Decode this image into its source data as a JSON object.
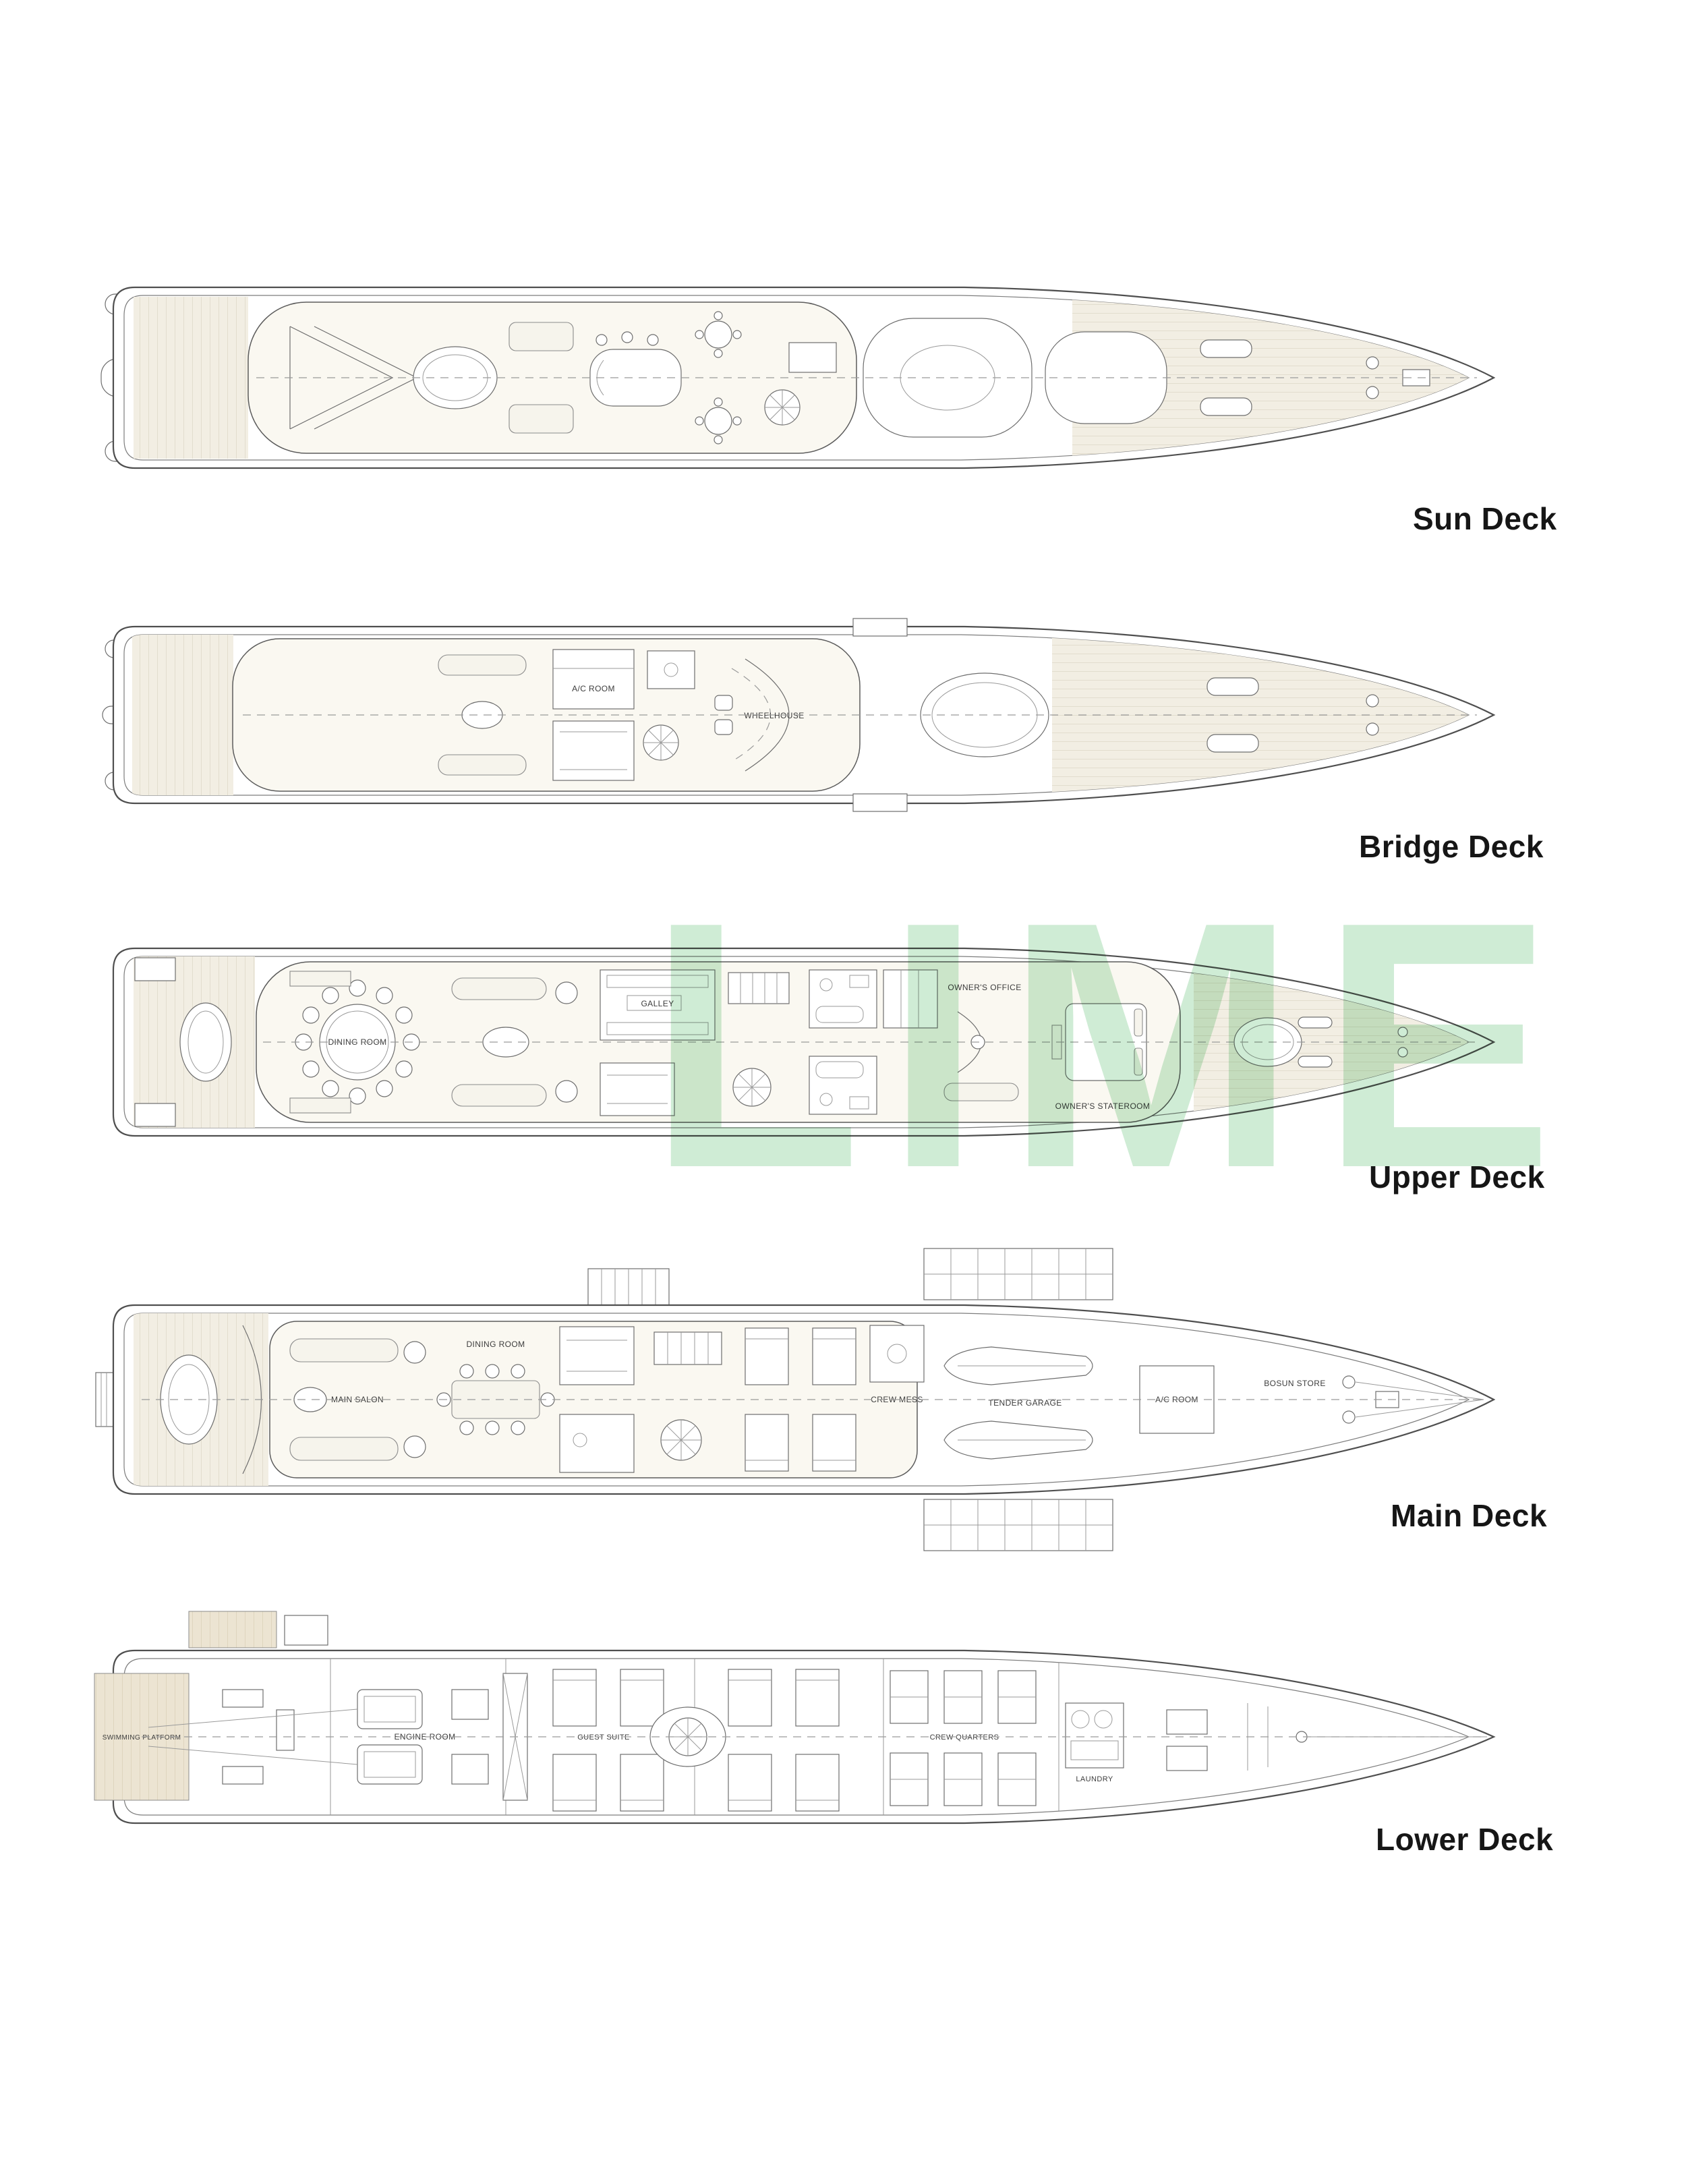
{
  "page": {
    "background": "#ffffff"
  },
  "watermark": {
    "text": "LIME",
    "color": "#c3e7cb"
  },
  "decks": [
    {
      "id": "sun",
      "label": "Sun Deck",
      "rooms": {}
    },
    {
      "id": "bridge",
      "label": "Bridge Deck",
      "rooms": {
        "ac_room": "A/C ROOM",
        "wheelhouse": "WHEELHOUSE"
      }
    },
    {
      "id": "upper",
      "label": "Upper Deck",
      "rooms": {
        "dining_room": "DINING ROOM",
        "galley": "GALLEY",
        "owners_office": "OWNER'S OFFICE",
        "owners_stateroom": "OWNER'S STATEROOM"
      }
    },
    {
      "id": "main",
      "label": "Main Deck",
      "rooms": {
        "main_salon": "MAIN SALON",
        "dining_room": "DINING ROOM",
        "crew_mess": "CREW MESS",
        "tender_garage": "TENDER GARAGE",
        "ac_room": "A/C ROOM",
        "bosun_store": "BOSUN STORE"
      }
    },
    {
      "id": "lower",
      "label": "Lower Deck",
      "rooms": {
        "swimming_platform": "SWIMMING PLATFORM",
        "engine_room": "ENGINE ROOM",
        "guest_suite": "GUEST SUITE",
        "crew_quarters": "CREW QUARTERS",
        "laundry": "LAUNDRY"
      }
    }
  ]
}
